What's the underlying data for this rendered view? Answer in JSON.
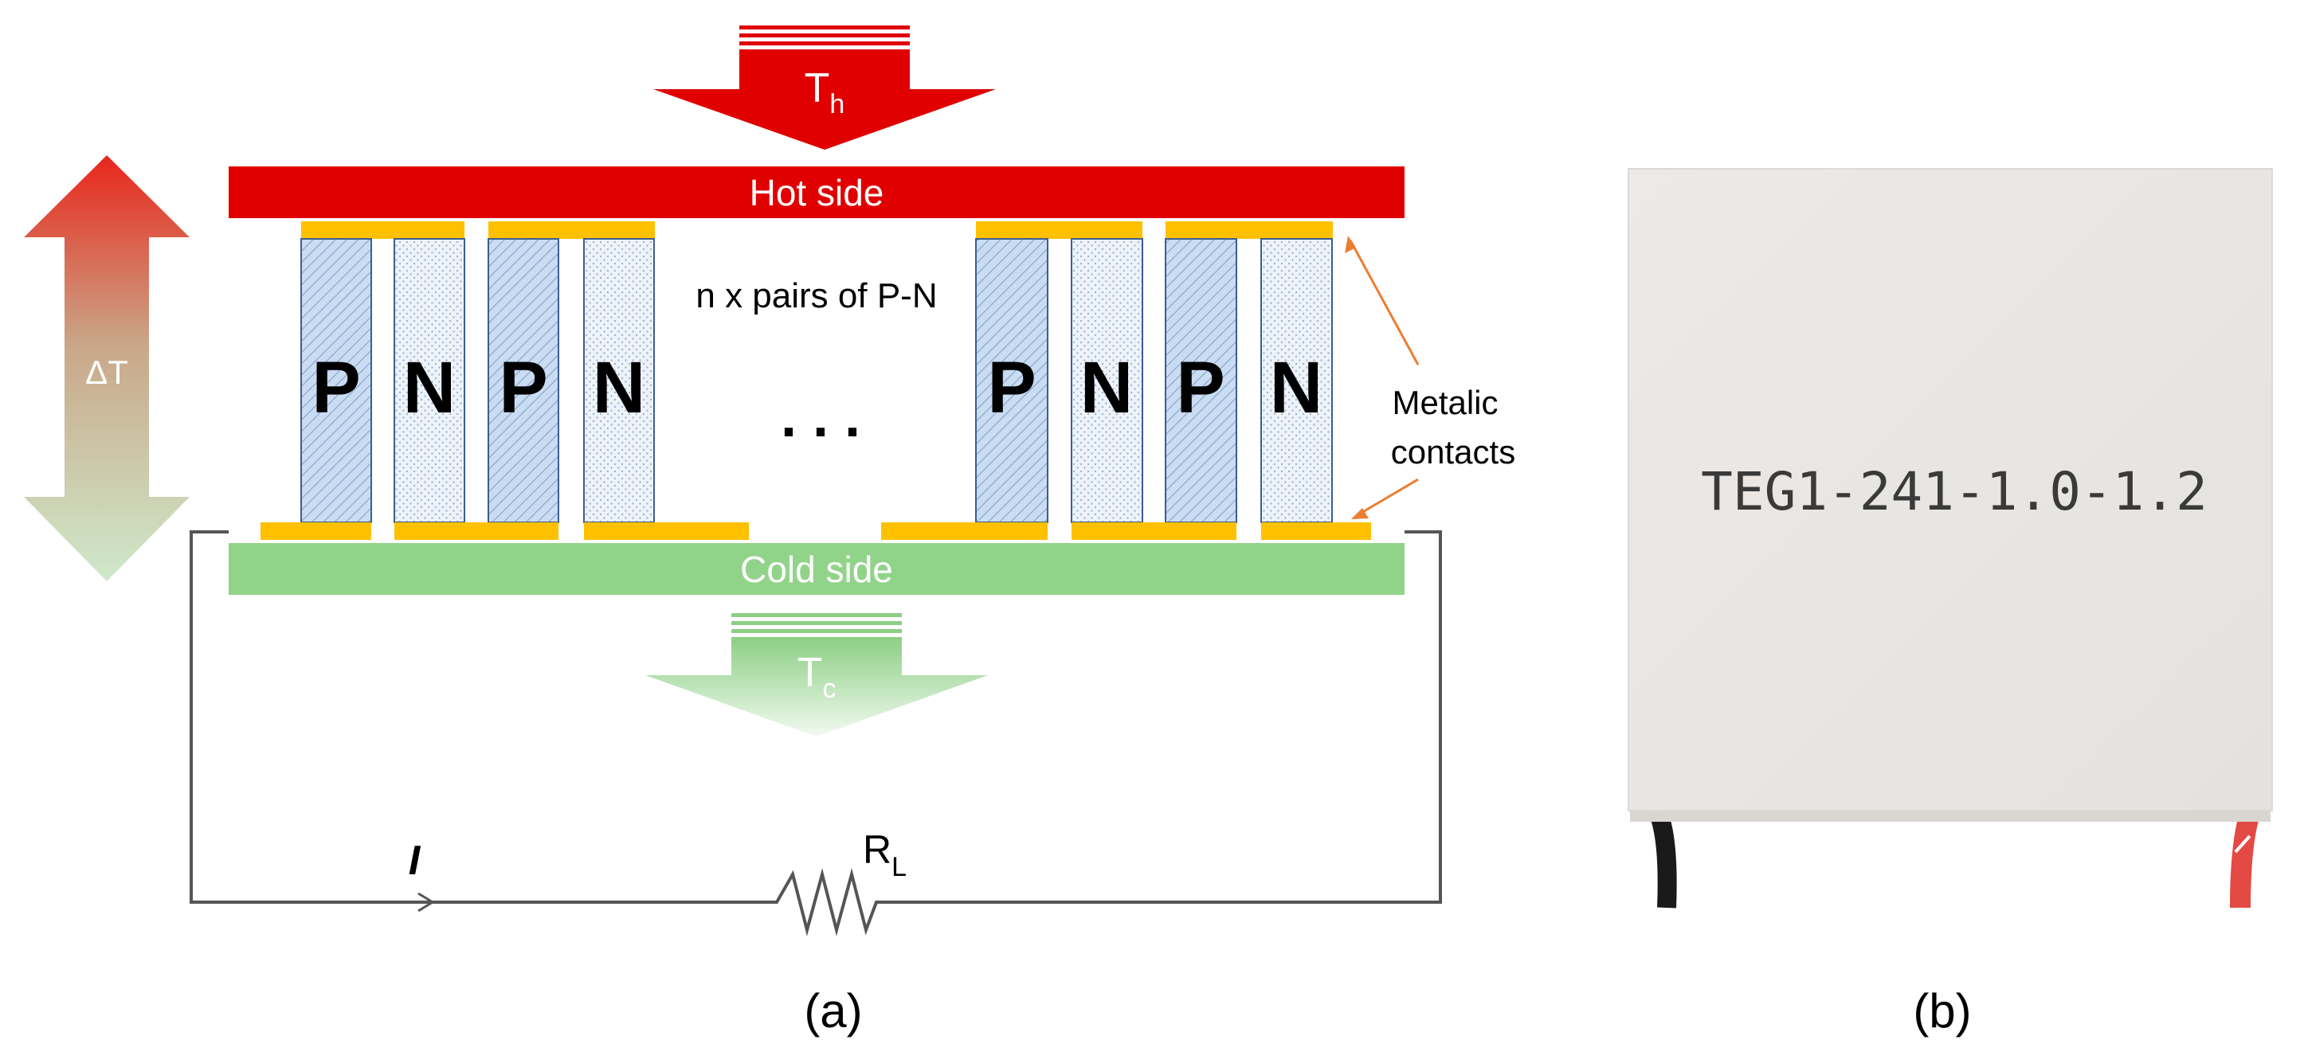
{
  "panel_a": {
    "label": "(a)",
    "hot_side": "Hot side",
    "cold_side": "Cold side",
    "th_label": {
      "main": "T",
      "sub": "h"
    },
    "tc_label": {
      "main": "T",
      "sub": "c"
    },
    "delta_t": "ΔT",
    "pairs_caption": "n x pairs of P-N",
    "ellipsis": ". . .",
    "contacts_label_line1": "Metalic",
    "contacts_label_line2": "contacts",
    "current": "I",
    "load_label": {
      "main": "R",
      "sub": "L"
    },
    "legs": [
      "P",
      "N",
      "P",
      "N",
      "P",
      "N",
      "P",
      "N"
    ]
  },
  "panel_b": {
    "label": "(b)",
    "module_text": "TEG1-241-1.0-1.2"
  },
  "colors": {
    "hot": "#e00000",
    "cold": "#92d38a",
    "contact": "#ffc000",
    "p_leg": "#c6d9f1",
    "n_leg": "#e8f0fa",
    "wire": "#555555",
    "annotation": "#ed7d31",
    "module_face": "#e9e7e4"
  }
}
